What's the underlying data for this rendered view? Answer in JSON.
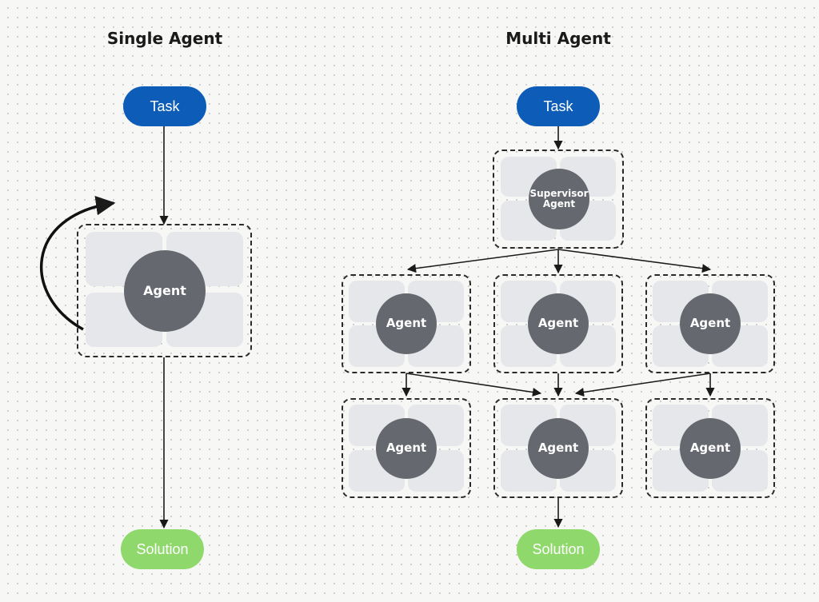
{
  "single": {
    "title": "Single Agent",
    "task": "Task",
    "agent": "Agent",
    "solution": "Solution"
  },
  "multi": {
    "title": "Multi Agent",
    "task": "Task",
    "supervisor": "Supervisor Agent",
    "agents_row1": [
      "Agent",
      "Agent",
      "Agent"
    ],
    "agents_row2": [
      "Agent",
      "Agent",
      "Agent"
    ],
    "solution": "Solution"
  },
  "colors": {
    "task": "#0d5db8",
    "solution": "#8fd96c",
    "agent": "#666870",
    "tile": "#e6e7ea"
  }
}
